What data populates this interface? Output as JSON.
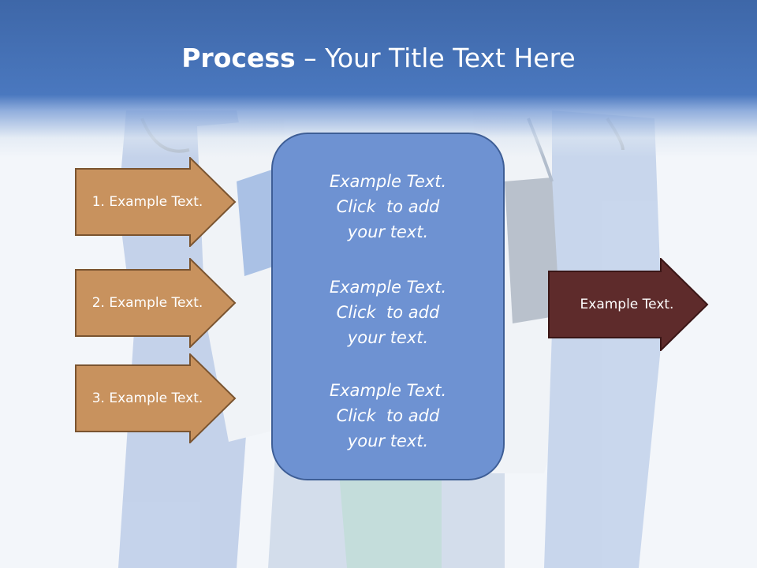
{
  "title": {
    "bold": "Process",
    "rest": " – Your Title Text Here"
  },
  "inputs": [
    {
      "label": "1. Example Text."
    },
    {
      "label": "2. Example Text."
    },
    {
      "label": "3. Example Text."
    }
  ],
  "center": {
    "paragraphs": [
      {
        "l1": "Example Text.",
        "l2": "Click  to add",
        "l3": "your text."
      },
      {
        "l1": "Example Text.",
        "l2": "Click  to add",
        "l3": "your text."
      },
      {
        "l1": "Example Text.",
        "l2": "Click  to add",
        "l3": "your text."
      }
    ]
  },
  "output": {
    "label": "Example Text."
  },
  "colors": {
    "title_band": "#4a78bf",
    "input_arrow_fill": "#c8925e",
    "input_arrow_stroke": "#7a5430",
    "center_box_fill": "#6e92d2",
    "output_arrow_fill": "#5e2b2b"
  }
}
